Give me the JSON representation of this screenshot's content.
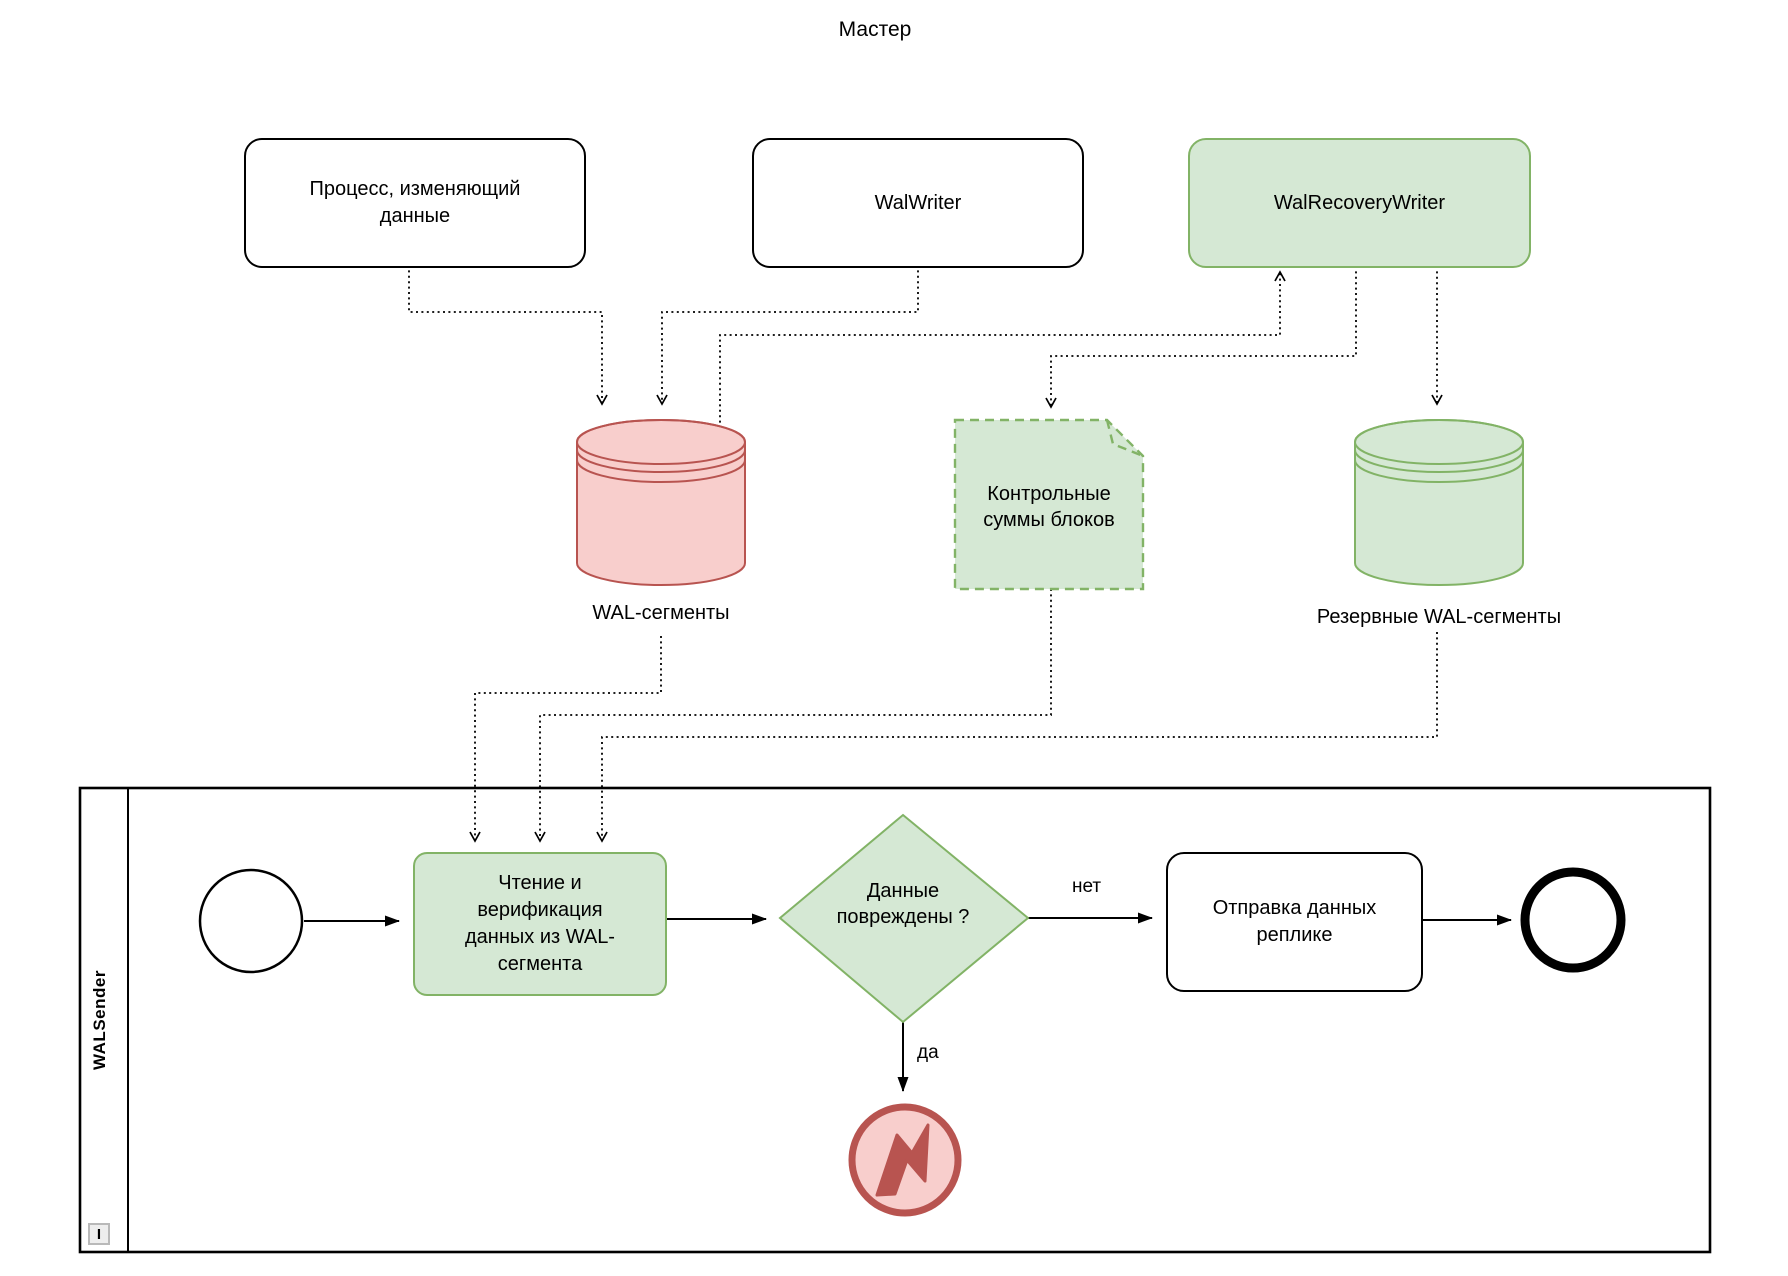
{
  "colors": {
    "green_fill": "#d5e8d4",
    "green_stroke": "#82b366",
    "red_fill": "#f8cecc",
    "red_stroke": "#b85450",
    "line": "#000000"
  },
  "title": "Мастер",
  "master": {
    "process_box": "Процесс, изменяющий данные",
    "walwriter_box": "WalWriter",
    "walrecoverywriter_box": "WalRecoveryWriter",
    "wal_segments_label": "WAL-сегменты",
    "backup_wal_segments_label": "Резервные WAL-сегменты",
    "checksums_note": "Контрольные суммы блоков"
  },
  "pool": {
    "lane_label": "WALSender",
    "lane_marker": "I",
    "read_task": "Чтение и верификация данных из WAL-сегмента",
    "gateway_question": "Данные повреждены ?",
    "send_task": "Отправка данных реплике",
    "label_no": "нет",
    "label_yes": "да"
  }
}
